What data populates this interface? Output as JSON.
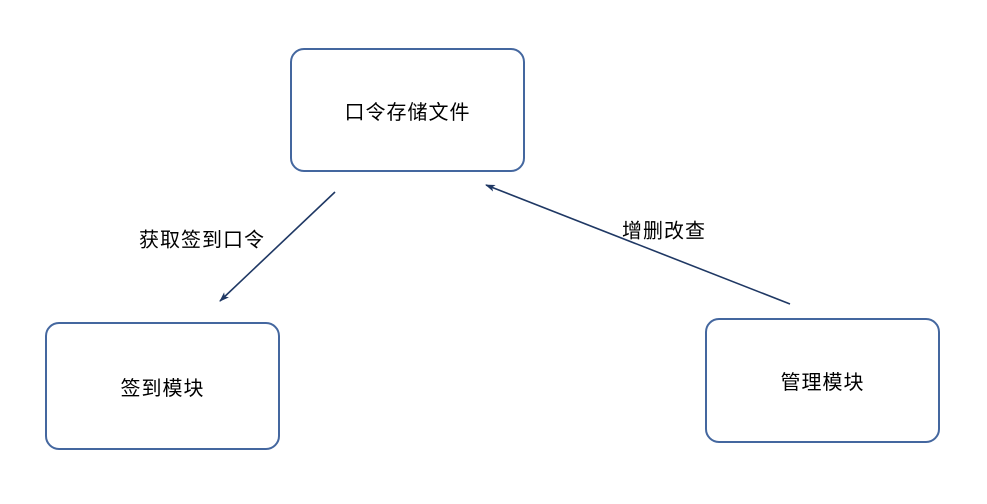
{
  "diagram": {
    "title": "",
    "nodes": [
      {
        "id": "password-storage-file",
        "label": "口令存储文件"
      },
      {
        "id": "checkin-module",
        "label": "签到模块"
      },
      {
        "id": "management-module",
        "label": "管理模块"
      }
    ],
    "edges": [
      {
        "id": "get-checkin-password",
        "label": "获取签到口令",
        "from": "password-storage-file",
        "to": "checkin-module"
      },
      {
        "id": "crud",
        "label": "增删改查",
        "from": "management-module",
        "to": "password-storage-file"
      }
    ],
    "colors": {
      "node_border": "#44679F",
      "arrow": "#1F3864",
      "text": "#000000",
      "background": "#FFFFFF"
    }
  }
}
